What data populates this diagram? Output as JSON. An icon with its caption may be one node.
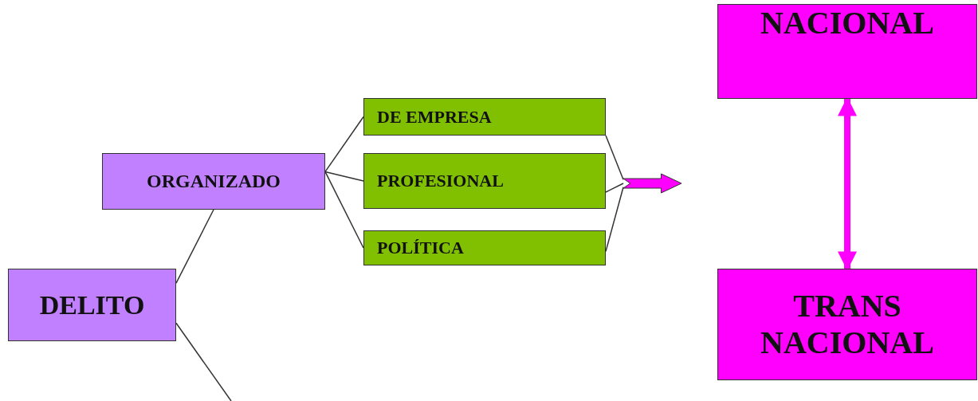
{
  "diagram": {
    "nodes": [
      {
        "text": [
          "DELITO"
        ]
      },
      {
        "text": [
          "ORGANIZADO"
        ]
      },
      {
        "text": [
          "DE EMPRESA"
        ]
      },
      {
        "text": [
          "PROFESIONAL"
        ]
      },
      {
        "text": [
          "POLÍTICA"
        ]
      },
      {
        "text": [],
        "shape": "arrow"
      },
      {
        "text": [
          "NACIONAL"
        ]
      },
      {
        "text": [
          "TRANS NACIONAL"
        ]
      }
    ],
    "edges": [
      {
        "from": 0,
        "to": 1,
        "arrow": "none"
      },
      {
        "from": 0,
        "to": null,
        "arrow": "none"
      },
      {
        "from": 1,
        "to": 2,
        "arrow": "none"
      },
      {
        "from": 1,
        "to": 3,
        "arrow": "none"
      },
      {
        "from": 1,
        "to": 4,
        "arrow": "none"
      },
      {
        "from": 2,
        "to": 5,
        "arrow": "none"
      },
      {
        "from": 3,
        "to": 5,
        "arrow": "none"
      },
      {
        "from": 4,
        "to": 5,
        "arrow": "none"
      },
      {
        "from": 6,
        "to": 7,
        "arrow": "both",
        "style": "thick",
        "color": "#ff00ff"
      }
    ]
  }
}
